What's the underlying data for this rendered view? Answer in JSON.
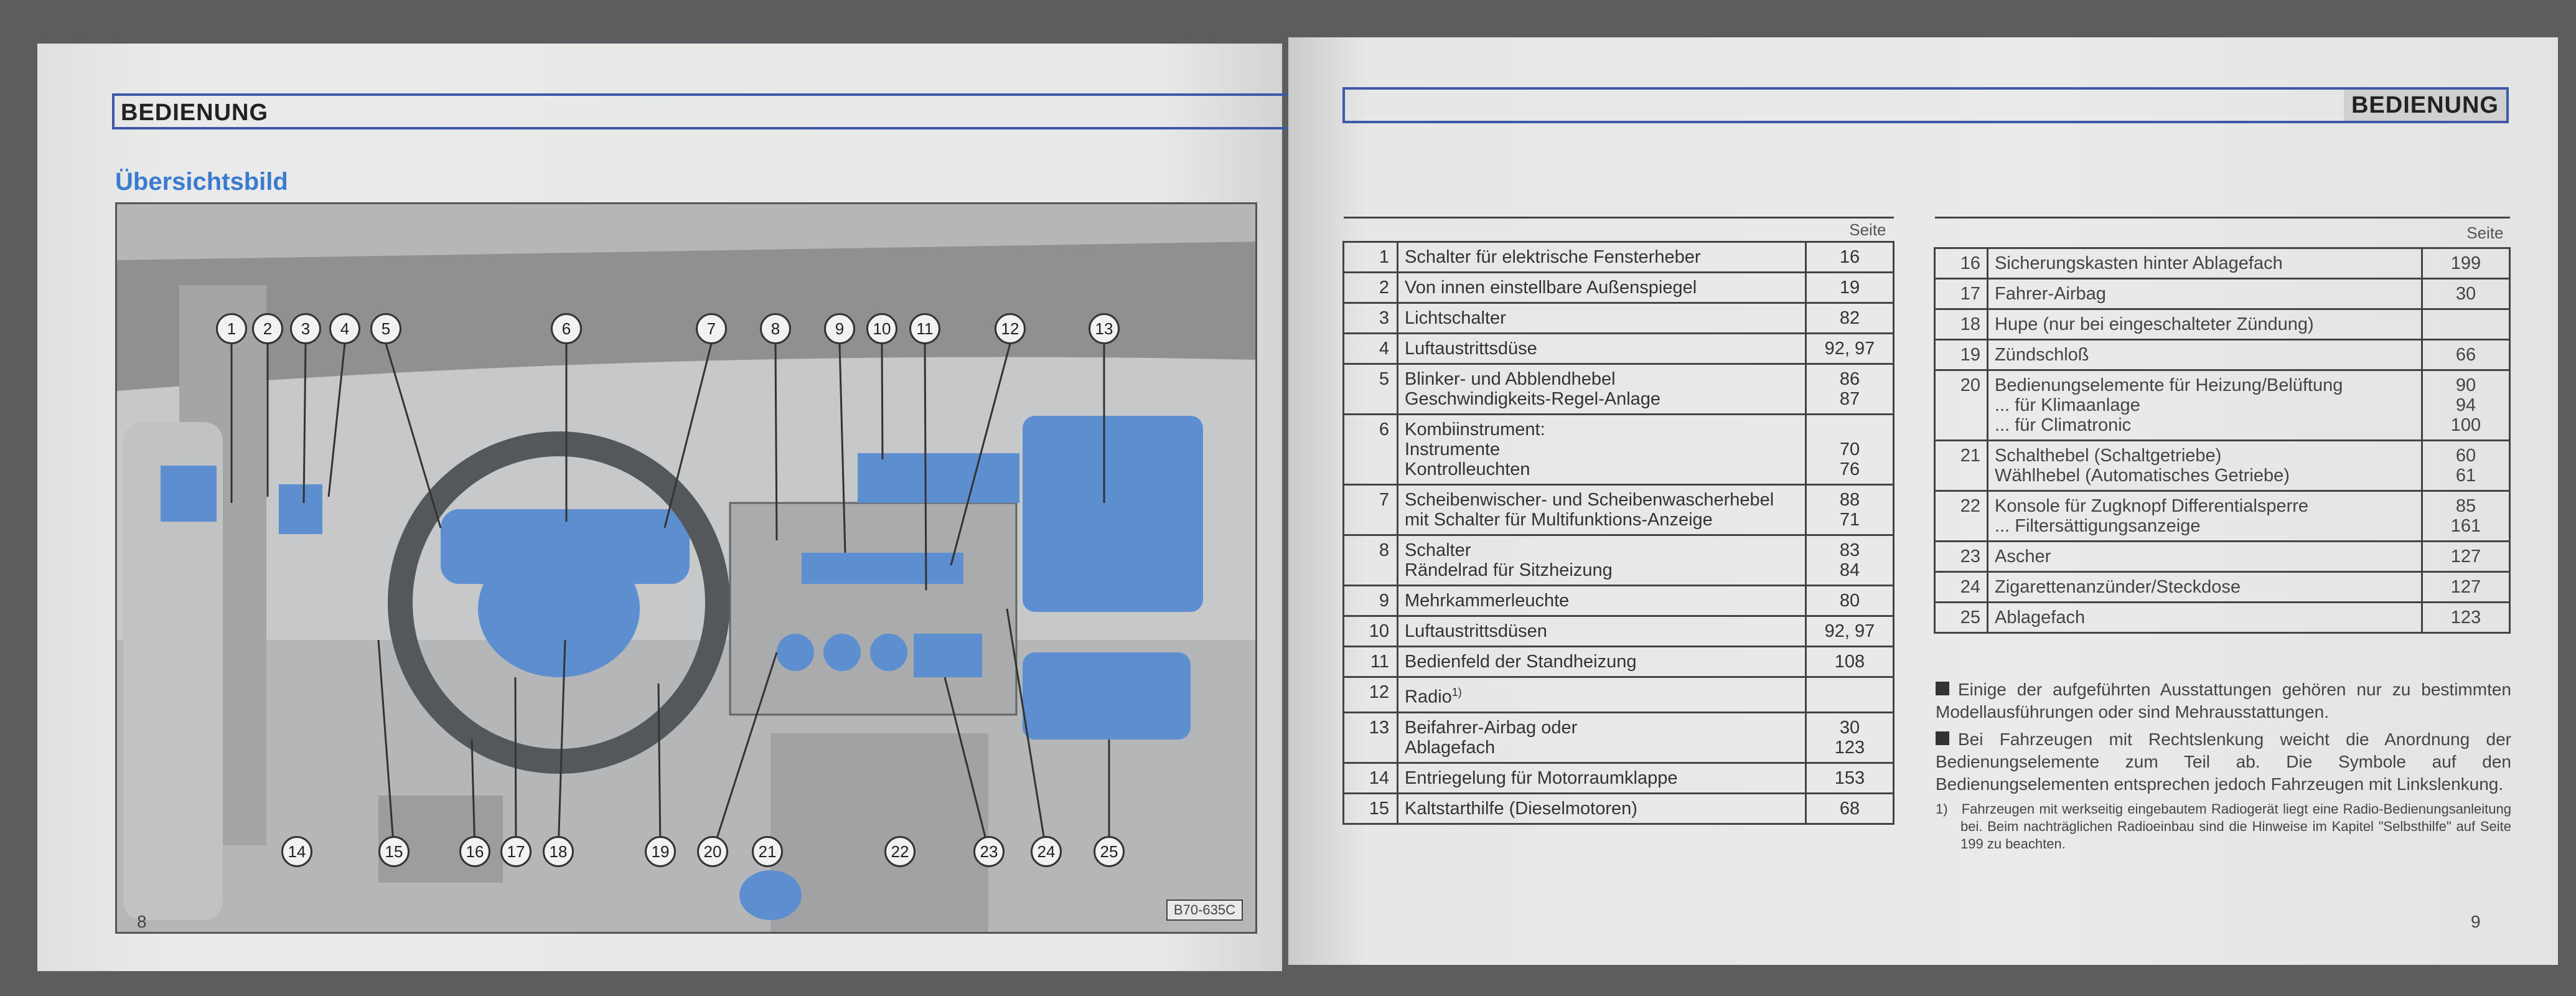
{
  "left_page": {
    "section": "BEDIENUNG",
    "title": "Übersichtsbild",
    "figure_code": "B70-635C",
    "page_number": "8",
    "callouts_top": [
      "1",
      "2",
      "3",
      "4",
      "5",
      "6",
      "7",
      "8",
      "9",
      "10",
      "11",
      "12",
      "13"
    ],
    "callouts_bottom": [
      "14",
      "15",
      "16",
      "17",
      "18",
      "19",
      "20",
      "21",
      "22",
      "23",
      "24",
      "25"
    ]
  },
  "right_page": {
    "section": "BEDIENUNG",
    "page_number": "9",
    "column_header": "Seite",
    "table_left": [
      {
        "n": "1",
        "lines": [
          "Schalter für elektrische Fensterheber"
        ],
        "pages": [
          "16"
        ]
      },
      {
        "n": "2",
        "lines": [
          "Von innen einstellbare Außenspiegel"
        ],
        "pages": [
          "19"
        ]
      },
      {
        "n": "3",
        "lines": [
          "Lichtschalter"
        ],
        "pages": [
          "82"
        ]
      },
      {
        "n": "4",
        "lines": [
          "Luftaustrittsdüse"
        ],
        "pages": [
          "92, 97"
        ]
      },
      {
        "n": "5",
        "lines": [
          "Blinker- und Abblendhebel",
          "Geschwindigkeits-Regel-Anlage"
        ],
        "pages": [
          "86",
          "87"
        ]
      },
      {
        "n": "6",
        "lines": [
          "Kombiinstrument:",
          "Instrumente",
          "Kontrolleuchten"
        ],
        "pages": [
          "",
          "70",
          "76"
        ]
      },
      {
        "n": "7",
        "lines": [
          "Scheibenwischer- und Scheibenwascherhebel",
          "mit Schalter für Multifunktions-Anzeige"
        ],
        "pages": [
          "88",
          "71"
        ]
      },
      {
        "n": "8",
        "lines": [
          "Schalter",
          "Rändelrad für Sitzheizung"
        ],
        "pages": [
          "83",
          "84"
        ]
      },
      {
        "n": "9",
        "lines": [
          "Mehrkammerleuchte"
        ],
        "pages": [
          "80"
        ]
      },
      {
        "n": "10",
        "lines": [
          "Luftaustrittsdüsen"
        ],
        "pages": [
          "92, 97"
        ]
      },
      {
        "n": "11",
        "lines": [
          "Bedienfeld der Standheizung"
        ],
        "pages": [
          "108"
        ]
      },
      {
        "n": "12",
        "lines": [
          "Radio"
        ],
        "sup": "1)",
        "pages": [
          ""
        ]
      },
      {
        "n": "13",
        "lines": [
          "Beifahrer-Airbag oder",
          "Ablagefach"
        ],
        "pages": [
          "30",
          "123"
        ]
      },
      {
        "n": "14",
        "lines": [
          "Entriegelung für Motorraumklappe"
        ],
        "pages": [
          "153"
        ]
      },
      {
        "n": "15",
        "lines": [
          "Kaltstarthilfe (Dieselmotoren)"
        ],
        "pages": [
          "68"
        ]
      }
    ],
    "table_right": [
      {
        "n": "16",
        "lines": [
          "Sicherungskasten hinter Ablagefach"
        ],
        "pages": [
          "199"
        ]
      },
      {
        "n": "17",
        "lines": [
          "Fahrer-Airbag"
        ],
        "pages": [
          "30"
        ]
      },
      {
        "n": "18",
        "lines": [
          "Hupe (nur bei eingeschalteter Zündung)"
        ],
        "pages": [
          ""
        ]
      },
      {
        "n": "19",
        "lines": [
          "Zündschloß"
        ],
        "pages": [
          "66"
        ]
      },
      {
        "n": "20",
        "lines": [
          "Bedienungselemente für Heizung/Belüftung",
          "... für Klimaanlage",
          "... für Climatronic"
        ],
        "pages": [
          "90",
          "94",
          "100"
        ]
      },
      {
        "n": "21",
        "lines": [
          "Schalthebel (Schaltgetriebe)",
          "Wählhebel (Automatisches Getriebe)"
        ],
        "pages": [
          "60",
          "61"
        ]
      },
      {
        "n": "22",
        "lines": [
          "Konsole für Zugknopf Differentialsperre",
          "... Filtersättigungsanzeige"
        ],
        "pages": [
          "85",
          "161"
        ]
      },
      {
        "n": "23",
        "lines": [
          "Ascher"
        ],
        "pages": [
          "127"
        ]
      },
      {
        "n": "24",
        "lines": [
          "Zigarettenanzünder/Steckdose"
        ],
        "pages": [
          "127"
        ]
      },
      {
        "n": "25",
        "lines": [
          "Ablagefach"
        ],
        "pages": [
          "123"
        ]
      }
    ],
    "notes": [
      "Einige der aufgeführten Ausstattungen gehören nur zu bestimmten Modellausführungen oder sind Mehrausstattungen.",
      "Bei Fahrzeugen mit Rechtslenkung weicht die Anordnung der Bedienungselemente zum Teil ab. Die Symbole auf den Bedienungselementen entsprechen jedoch Fahrzeugen mit Linkslenkung."
    ],
    "footnote_mark": "1)",
    "footnote": "Fahrzeugen mit werkseitig eingebautem Radiogerät liegt eine Radio-Bedienungsanleitung bei. Beim nachträglichen Radioeinbau sind die Hinweise im Kapitel \"Selbsthilfe\" auf Seite 199 zu beachten."
  },
  "colors": {
    "accent_blue": "#3a7bd0",
    "header_border": "#3d59a8",
    "part_blue": "#5d8fd0"
  }
}
